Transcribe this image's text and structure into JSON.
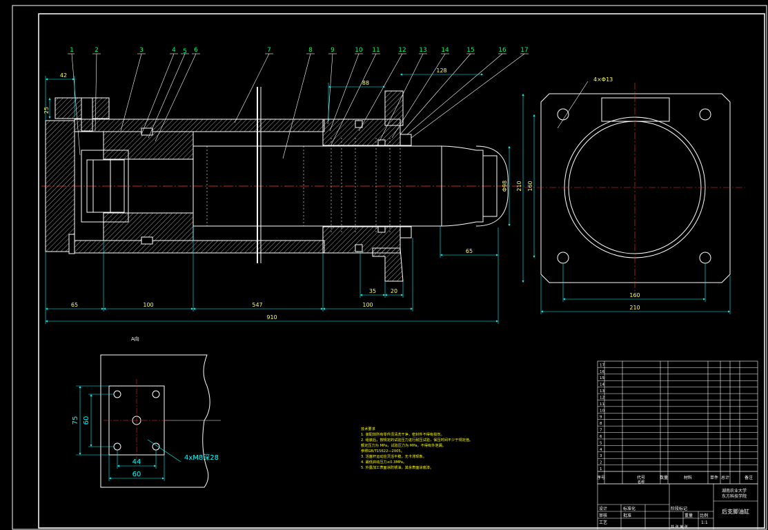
{
  "main_view": {
    "balloons": [
      "1",
      "2",
      "3",
      "4",
      "5",
      "6",
      "7",
      "8",
      "9",
      "10",
      "11",
      "12",
      "13",
      "14",
      "15",
      "16",
      "17"
    ],
    "dims": {
      "d42": "42",
      "d25": "25",
      "d88": "88",
      "d128": "128",
      "d65a": "65",
      "d100a": "100",
      "d547": "547",
      "d100b": "100",
      "d910": "910",
      "d65b": "65",
      "d35": "35",
      "d20": "20",
      "dia_right": "Φ98"
    }
  },
  "end_view": {
    "hole_note": "4×Φ13",
    "d210_h": "210",
    "d160_h": "160",
    "d160_v": "160",
    "d210_v": "210"
  },
  "detail_view": {
    "label": "A向",
    "d75": "75",
    "d60_v": "60",
    "d44": "44",
    "d60_h": "60",
    "thread_note": "4xM8深28"
  },
  "notes": {
    "heading": "技术要求",
    "lines": [
      "1. 装配前所有零件须清洗干净，密封件不得有损伤。",
      "2. 组装后，按规定的试验压力进行耐压试验，保压时间不少于规定值。",
      "   额定压力为 MPa，试验压力为 MPa，不得有外泄漏。",
      "   参照GB/T15622—2005。",
      "3. 活塞杆运动应灵活平稳，无卡滞现象。",
      "4. 最低启动压力≤0.3MPa。",
      "5. 外露加工表面涂防锈油，其余表面涂底漆。"
    ]
  },
  "bom": {
    "rows": [
      {
        "no": "17",
        "name": "",
        "material": ""
      },
      {
        "no": "16",
        "name": "",
        "material": ""
      },
      {
        "no": "15",
        "name": "",
        "material": ""
      },
      {
        "no": "14",
        "name": "",
        "material": ""
      },
      {
        "no": "13",
        "name": "",
        "material": ""
      },
      {
        "no": "12",
        "name": "",
        "material": ""
      },
      {
        "no": "11",
        "name": "",
        "material": ""
      },
      {
        "no": "10",
        "name": "",
        "material": ""
      },
      {
        "no": "9",
        "name": "",
        "material": ""
      },
      {
        "no": "8",
        "name": "",
        "material": ""
      },
      {
        "no": "7",
        "name": "",
        "material": ""
      },
      {
        "no": "6",
        "name": "",
        "material": ""
      },
      {
        "no": "5",
        "name": "",
        "material": ""
      },
      {
        "no": "4",
        "name": "",
        "material": ""
      },
      {
        "no": "3",
        "name": "",
        "material": ""
      },
      {
        "no": "2",
        "name": "",
        "material": ""
      },
      {
        "no": "1",
        "name": "",
        "material": ""
      }
    ],
    "header": {
      "seq": "序号",
      "code": "代号",
      "name": "名称",
      "qty": "数量",
      "material": "材料",
      "unit_weight": "单件",
      "total_weight": "总计",
      "note": "备注"
    }
  },
  "title_block": {
    "school": "湖南农业大学",
    "dept": "东方科技学院",
    "drawing_title": "后支脚油缸",
    "scale_label": "比例",
    "scale": "1:1",
    "design_label": "设计",
    "check_label": "审核",
    "process_label": "工艺",
    "standard_label": "标准化",
    "approve_label": "批准",
    "sheet_label": "共 张 第 张",
    "stage_label": "阶段标记",
    "weight_label": "重量"
  },
  "colors": {
    "outline": "#ffffff",
    "dimension": "#00ffff",
    "leader": "#ffffff",
    "centerline": "#ff3333",
    "hatch": "#ffffff",
    "balloon_text": "#00ff66",
    "dim_text": "#ffff66",
    "note_text": "#ffff00"
  }
}
